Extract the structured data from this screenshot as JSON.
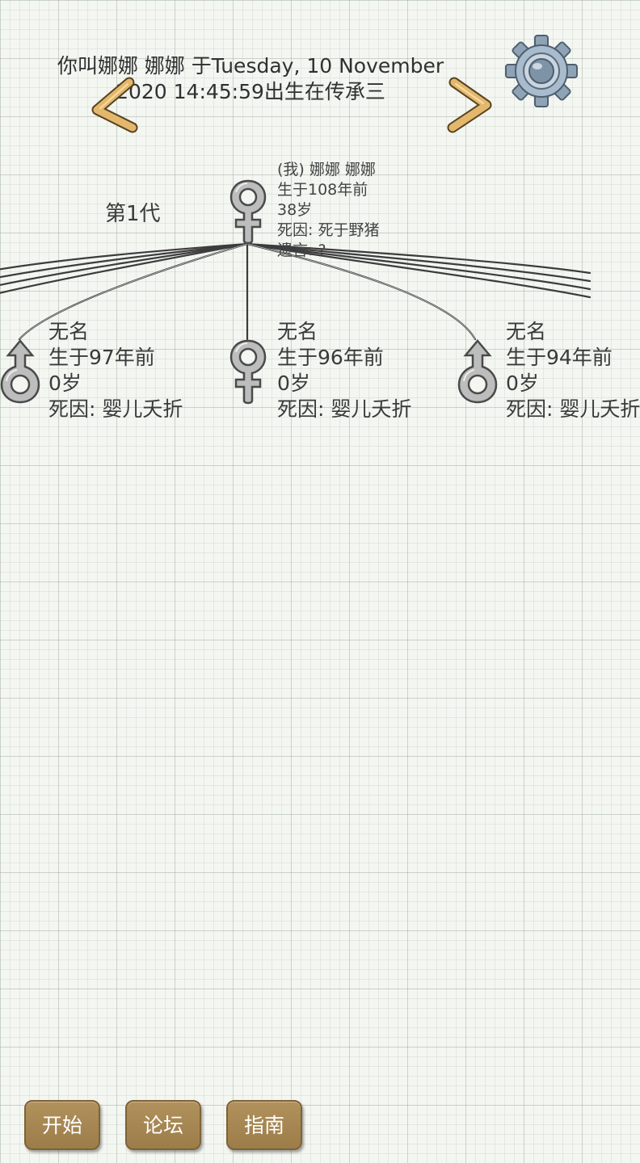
{
  "header": {
    "title_line1": "你叫娜娜 娜娜 于Tuesday, 10 November",
    "title_line2": "2020 14:45:59出生在传承三"
  },
  "icons": {
    "prev": "chevron-left-icon",
    "next": "chevron-right-icon",
    "settings": "gear-icon",
    "female": "female-symbol-icon",
    "male": "male-symbol-icon"
  },
  "tree": {
    "generation_label": "第1代",
    "self": {
      "name": "(我) 娜娜 娜娜",
      "born": "生于108年前",
      "age": "38岁",
      "cause": "死因: 死于野猪",
      "will": "遗言: ?"
    },
    "children": [
      {
        "gender": "male",
        "name": "无名",
        "born": "生于97年前",
        "age": "0岁",
        "cause": "死因: 婴儿夭折"
      },
      {
        "gender": "female",
        "name": "无名",
        "born": "生于96年前",
        "age": "0岁",
        "cause": "死因: 婴儿夭折"
      },
      {
        "gender": "male",
        "name": "无名",
        "born": "生于94年前",
        "age": "0岁",
        "cause": "死因: 婴儿夭折"
      }
    ]
  },
  "buttons": {
    "start": "开始",
    "forum": "论坛",
    "guide": "指南"
  },
  "colors": {
    "button_bg": "#a88a56",
    "arrow": "#e0b56a",
    "gear": "#9fb4c8"
  }
}
